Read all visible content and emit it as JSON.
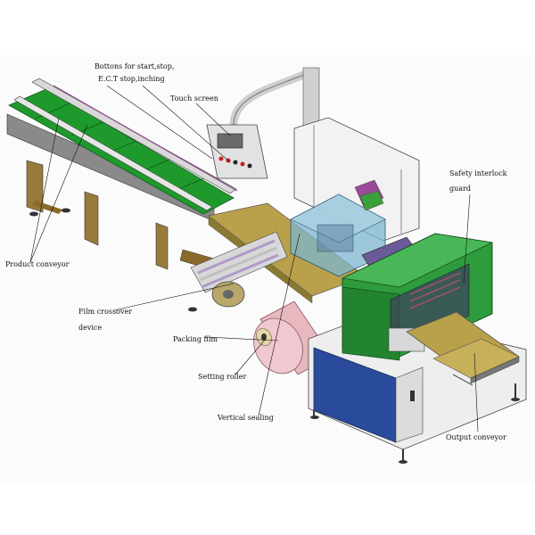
{
  "labels": {
    "buttons_line1": "Bottons for start,stop,",
    "buttons_line2": "E.C.T stop,inching",
    "touch_screen": "Touch screen",
    "safety_line1": "Safety interlock",
    "safety_line2": "guard",
    "product_conveyor": "Product conveyor",
    "film_crossover_line1": "Film crossover",
    "film_crossover_line2": "device",
    "packing_film": "Packing film",
    "setting_roller": "Setting roller",
    "vertical_sealing": "Vertical sealing",
    "output_conveyor": "Output conveyor"
  },
  "colors": {
    "belt_green": "#1e9a2c",
    "frame_gray": "#8c8c8c",
    "track_olive": "#b9a04a",
    "cover_blue": "#7db6cf",
    "guard_green": "#2e9b3c",
    "cabinet_blue": "#2a4b9b",
    "film_pink": "#e8b8c0",
    "leg_brown": "#9a7a3a"
  }
}
